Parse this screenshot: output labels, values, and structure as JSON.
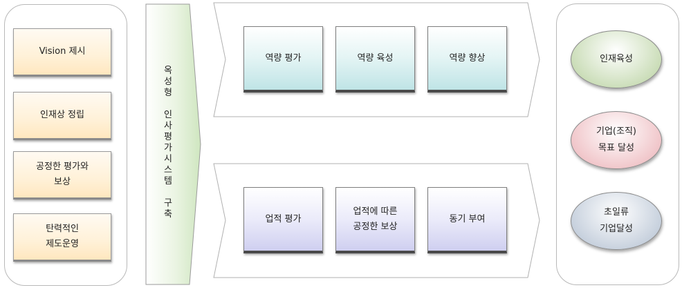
{
  "left_goals": [
    {
      "label": "Vision 제시"
    },
    {
      "label": "인재상 정립"
    },
    {
      "label": "공정한 평가와\n보상"
    },
    {
      "label": "탄력적인\n제도운영"
    }
  ],
  "center_label": "옥\n성\n형\n\n인\n사\n평\n가\n시\n스\n템\n\n구\n축",
  "competency_row": [
    {
      "label": "역량 평가"
    },
    {
      "label": "역량 육성"
    },
    {
      "label": "역량 향상"
    }
  ],
  "performance_row": [
    {
      "label": "업적 평가"
    },
    {
      "label": "업적에 따른\n공정한 보상"
    },
    {
      "label": "동기 부여"
    }
  ],
  "outcomes": [
    {
      "label": "인재육성",
      "color": "#c9dcb6"
    },
    {
      "label": "기업(조직)\n목표 달성",
      "color": "#f0c4c8"
    },
    {
      "label": "초일류\n기업달성",
      "color": "#c5cfdc"
    }
  ]
}
